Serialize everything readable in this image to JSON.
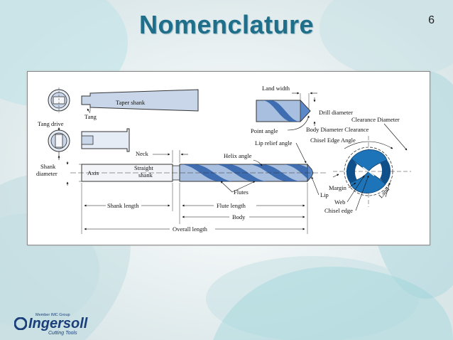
{
  "slide": {
    "title": "Nomenclature",
    "number": "6"
  },
  "diagram": {
    "labels": {
      "taper_shank": "Taper shank",
      "tang": "Tang",
      "tang_drive": "Tang drive",
      "shank_diameter_1": "Shank",
      "shank_diameter_2": "diameter",
      "axis": "Axis",
      "neck": "Neck",
      "straight_shank_1": "Straight",
      "straight_shank_2": "shank",
      "helix_angle": "Helix angle",
      "flutes": "Flutes",
      "lip": "Lip",
      "land_width": "Land width",
      "drill_diameter": "Drill diameter",
      "point_angle": "Point angle",
      "body_diameter_clearance": "Body Diameter Clearance",
      "lip_relief_angle": "Lip relief angle",
      "chisel_edge_angle": "Chisel Edge Angle",
      "clearance_diameter": "Clearance Diameter",
      "margin": "Margin",
      "web": "Web",
      "chisel_edge": "Chisel edge",
      "land": "Land",
      "shank_length": "Shank length",
      "flute_length": "Flute length",
      "body": "Body",
      "overall_length": "Overall length"
    }
  },
  "logo": {
    "group": "Member IMC Group",
    "brand": "Ingersoll",
    "tagline": "Cutting Tools"
  },
  "colors": {
    "title": "#1f6f8b",
    "drill_fill": "#a8bfe0",
    "drill_dark": "#2c5fa8",
    "flute_blue": "#1d74b8"
  }
}
